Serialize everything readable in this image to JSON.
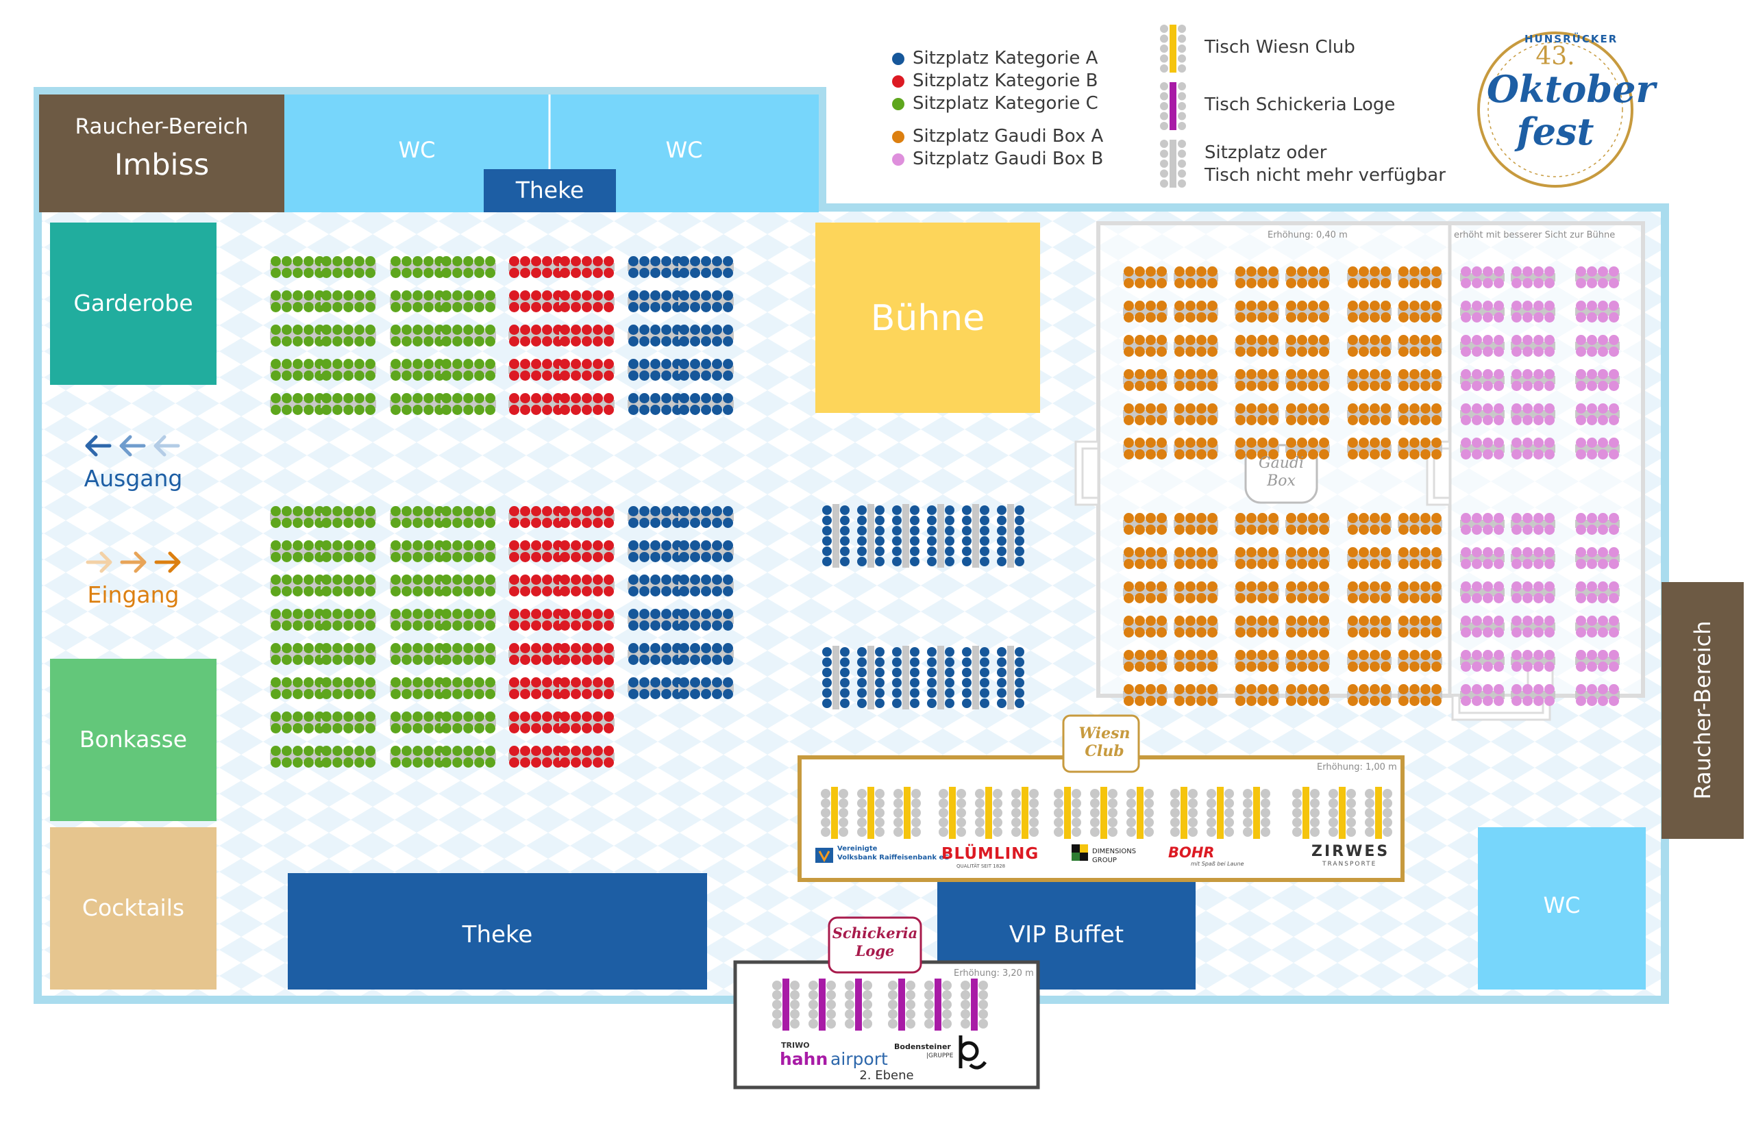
{
  "colors": {
    "cat_a": "#16579a",
    "cat_b": "#dc1a23",
    "cat_c": "#5ea61d",
    "gaudi_a": "#dc7f10",
    "gaudi_b": "#de8fdc",
    "wiesn": "#f5c40d",
    "schickeria": "#a81ba6",
    "unavailable": "#c8c8c8",
    "hall_border": "#a9dcee",
    "gold": "#c79a3e"
  },
  "legend": {
    "cat_a": "Sitzplatz Kategorie A",
    "cat_b": "Sitzplatz Kategorie B",
    "cat_c": "Sitzplatz Kategorie C",
    "gaudi_a": "Sitzplatz Gaudi Box A",
    "gaudi_b": "Sitzplatz Gaudi Box B",
    "wiesn_table": "Tisch Wiesn Club",
    "schickeria_table": "Tisch Schickeria Loge",
    "unavailable_line1": "Sitzplatz oder",
    "unavailable_line2": "Tisch nicht mehr verfügbar"
  },
  "logo": {
    "ring": "HUNSRÜCKER",
    "number": "43.",
    "word1": "Oktober",
    "word2": "fest"
  },
  "areas": {
    "smoker_top_label": "Raucher-Bereich",
    "imbiss": "Imbiss",
    "wc_1": "WC",
    "wc_2": "WC",
    "theke_top": "Theke",
    "garderobe": "Garderobe",
    "ausgang": "Ausgang",
    "eingang": "Eingang",
    "bonkasse": "Bonkasse",
    "cocktails": "Cocktails",
    "theke_bottom": "Theke",
    "buehne": "Bühne",
    "vip_buffet": "VIP Buffet",
    "wc_right": "WC",
    "smoker_right": "Raucher-Bereich"
  },
  "gaudi_box": {
    "logo_line1": "Gaudi",
    "logo_line2": "Box",
    "note_a": "Erhöhung: 0,40 m",
    "note_b": "erhöht mit besserer Sicht zur Bühne"
  },
  "wiesn_club": {
    "logo_line1": "Wiesn",
    "logo_line2": "Club",
    "note": "Erhöhung: 1,00 m",
    "sponsors": {
      "vr_line1": "Vereinigte",
      "vr_line2": "Volksbank Raiffeisenbank eG",
      "bluemling": "BLÜMLING",
      "bluemling_sub": "QUALITÄT SEIT 1828",
      "dimensions_line1": "DIMENSIONS",
      "dimensions_line2": "GROUP",
      "bohr": "BOHR",
      "bohr_sub": "mit Spaß bei Laune",
      "zirwes": "ZIRWES",
      "zirwes_sub": "TRANSPORTE"
    }
  },
  "schickeria_loge": {
    "logo_line1": "Schickeria",
    "logo_line2": "Loge",
    "note": "Erhöhung: 3,20 m",
    "level": "2. Ebene",
    "sponsors": {
      "triwo": "TRIWO",
      "hahn": "hahn",
      "airport": "airport",
      "bodensteiner_line1": "Bodensteiner",
      "bodensteiner_line2": "|GRUPPE"
    }
  }
}
